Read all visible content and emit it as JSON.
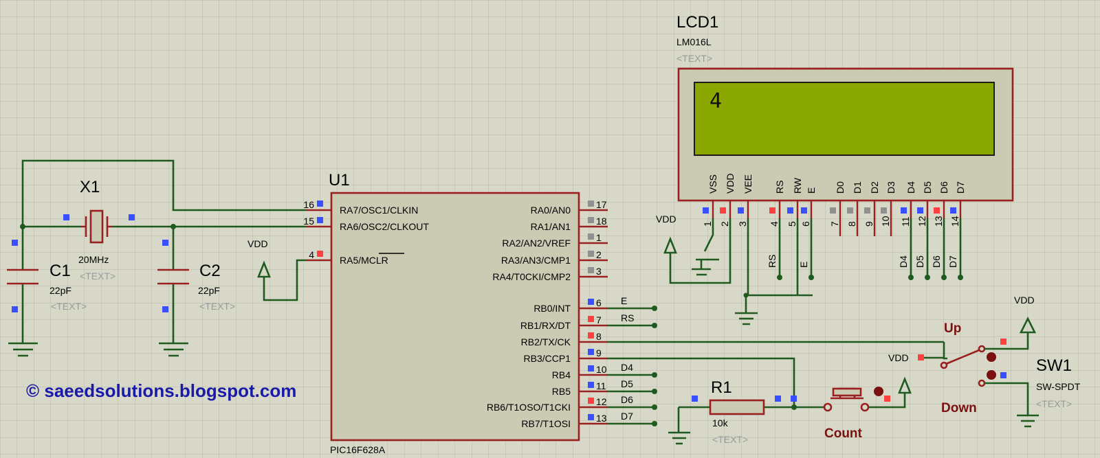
{
  "title": "",
  "watermark": "© saeedsolutions.blogspot.com",
  "lcd": {
    "designator": "LCD1",
    "model": "LM016L",
    "placeholder": "<TEXT>",
    "display_text": "4",
    "pins": [
      {
        "num": "1",
        "name": "VSS"
      },
      {
        "num": "2",
        "name": "VDD"
      },
      {
        "num": "3",
        "name": "VEE"
      },
      {
        "num": "4",
        "name": "RS"
      },
      {
        "num": "5",
        "name": "RW"
      },
      {
        "num": "6",
        "name": "E"
      },
      {
        "num": "7",
        "name": "D0"
      },
      {
        "num": "8",
        "name": "D1"
      },
      {
        "num": "9",
        "name": "D2"
      },
      {
        "num": "10",
        "name": "D3"
      },
      {
        "num": "11",
        "name": "D4"
      },
      {
        "num": "12",
        "name": "D5"
      },
      {
        "num": "13",
        "name": "D6"
      },
      {
        "num": "14",
        "name": "D7"
      }
    ],
    "net_labels": [
      "RS",
      "E",
      "D4",
      "D5",
      "D6",
      "D7"
    ]
  },
  "mcu": {
    "designator": "U1",
    "part": "PIC16F628A",
    "left_pins": [
      {
        "num": "16",
        "name": "RA7/OSC1/CLKIN"
      },
      {
        "num": "15",
        "name": "RA6/OSC2/CLKOUT"
      },
      {
        "num": "4",
        "name": "RA5/MCLR"
      }
    ],
    "right_pins": [
      {
        "num": "17",
        "name": "RA0/AN0"
      },
      {
        "num": "18",
        "name": "RA1/AN1"
      },
      {
        "num": "1",
        "name": "RA2/AN2/VREF"
      },
      {
        "num": "2",
        "name": "RA3/AN3/CMP1"
      },
      {
        "num": "3",
        "name": "RA4/T0CKI/CMP2"
      },
      {
        "num": "6",
        "name": "RB0/INT",
        "net": "E"
      },
      {
        "num": "7",
        "name": "RB1/RX/DT",
        "net": "RS"
      },
      {
        "num": "8",
        "name": "RB2/TX/CK",
        "net": ""
      },
      {
        "num": "9",
        "name": "RB3/CCP1",
        "net": ""
      },
      {
        "num": "10",
        "name": "RB4",
        "net": "D4"
      },
      {
        "num": "11",
        "name": "RB5",
        "net": "D5"
      },
      {
        "num": "12",
        "name": "RB6/T1OSO/T1CKI",
        "net": "D6"
      },
      {
        "num": "13",
        "name": "RB7/T1OSI",
        "net": "D7"
      }
    ]
  },
  "crystal": {
    "designator": "X1",
    "value": "20MHz",
    "placeholder": "<TEXT>"
  },
  "c1": {
    "designator": "C1",
    "value": "22pF",
    "placeholder": "<TEXT>"
  },
  "c2": {
    "designator": "C2",
    "value": "22pF",
    "placeholder": "<TEXT>"
  },
  "r1": {
    "designator": "R1",
    "value": "10k",
    "placeholder": "<TEXT>"
  },
  "sw1": {
    "designator": "SW1",
    "part": "SW-SPDT",
    "placeholder": "<TEXT>",
    "up_label": "Up",
    "down_label": "Down"
  },
  "button": {
    "label": "Count"
  },
  "power_label": "VDD"
}
